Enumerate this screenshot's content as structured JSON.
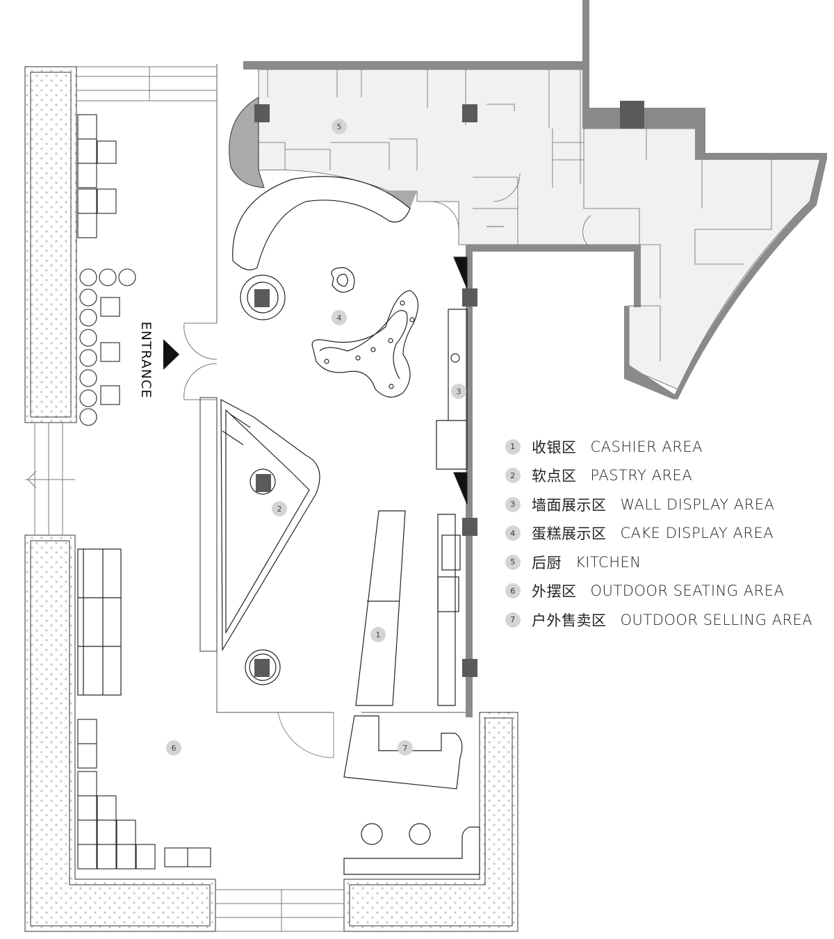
{
  "entrance_label": "ENTRANCE",
  "zone_markers": [
    {
      "id": "1",
      "label": "1"
    },
    {
      "id": "2",
      "label": "2"
    },
    {
      "id": "3",
      "label": "3"
    },
    {
      "id": "4",
      "label": "4"
    },
    {
      "id": "5",
      "label": "5"
    },
    {
      "id": "6",
      "label": "6"
    },
    {
      "id": "7",
      "label": "7"
    }
  ],
  "legend": [
    {
      "num": "1",
      "zh": "收银区",
      "en": "CASHIER AREA"
    },
    {
      "num": "2",
      "zh": "软点区",
      "en": "PASTRY AREA"
    },
    {
      "num": "3",
      "zh": "墙面展示区",
      "en": "WALL DISPLAY AREA"
    },
    {
      "num": "4",
      "zh": "蛋糕展示区",
      "en": "CAKE DISPLAY AREA"
    },
    {
      "num": "5",
      "zh": "后厨",
      "en": "KITCHEN"
    },
    {
      "num": "6",
      "zh": "外摆区",
      "en": "OUTDOOR SEATING AREA"
    },
    {
      "num": "7",
      "zh": "户外售卖区",
      "en": "OUTDOOR SELLING AREA"
    }
  ],
  "colors": {
    "wall": "#8a8a8a",
    "column": "#5a5a5a",
    "kitchen_fill": "#f1f1f1",
    "marker": "#d4d4d4"
  }
}
